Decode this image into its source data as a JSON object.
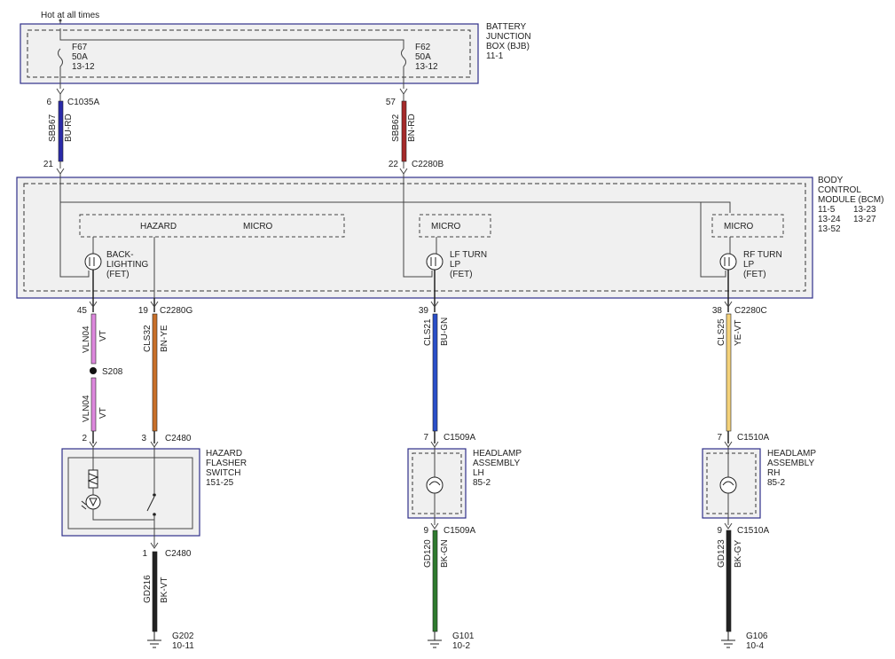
{
  "top_note": "Hot at all times",
  "bjb": {
    "label": [
      "BATTERY",
      "JUNCTION",
      "BOX (BJB)",
      "11-1"
    ]
  },
  "fuses": [
    {
      "lines": [
        "F67",
        "50A",
        "13-12"
      ]
    },
    {
      "lines": [
        "F62",
        "50A",
        "13-12"
      ]
    }
  ],
  "bjb_wires": [
    {
      "pin_top": "6",
      "connector_top": "C1035A",
      "circuit": "SBB67",
      "color_name": "BU-RD",
      "color": "#2a2aa8",
      "pin_bottom": "21"
    },
    {
      "pin_top": "57",
      "circuit": "SBB62",
      "color_name": "BN-RD",
      "color": "#a52a2a",
      "pin_bottom": "22",
      "connector_bottom": "C2280B"
    }
  ],
  "bcm": {
    "label": [
      "BODY",
      "CONTROL",
      "MODULE (BCM)"
    ],
    "refs": [
      "11-5",
      "13-23",
      "13-24",
      "13-27",
      "13-52"
    ],
    "hazard_box": [
      "HAZARD",
      "MICRO"
    ],
    "micro_label": "MICRO",
    "fets": [
      {
        "lines": [
          "BACK-",
          "LIGHTING",
          "(FET)"
        ]
      },
      {
        "lines": [
          "LF TURN",
          "LP",
          "(FET)"
        ]
      },
      {
        "lines": [
          "RF TURN",
          "LP",
          "(FET)"
        ]
      }
    ]
  },
  "bcm_outputs": [
    {
      "pin": "45",
      "circuit": "VLN04",
      "color_name": "VT",
      "color": "#dd88dd"
    },
    {
      "pin": "19",
      "connector": "C2280G",
      "circuit": "CLS32",
      "color_name": "BN-YE",
      "color": "#c8702a"
    },
    {
      "pin": "39",
      "circuit": "CLS21",
      "color_name": "BU-GN",
      "color": "#2a4fc8"
    },
    {
      "pin": "38",
      "connector": "C2280C",
      "circuit": "CLS25",
      "color_name": "YE-VT",
      "color": "#f4d27a"
    }
  ],
  "splice": {
    "name": "S208",
    "circuit": "VLN04",
    "color_name": "VT"
  },
  "hazard_switch": {
    "pin_left": "2",
    "pin_right": "3",
    "connector": "C2480",
    "label": [
      "HAZARD",
      "FLASHER",
      "SWITCH",
      "151-25"
    ],
    "pin_out": "1",
    "connector_out": "C2480"
  },
  "headlamps": [
    {
      "pin_in": "7",
      "connector_in": "C1509A",
      "label": [
        "HEADLAMP",
        "ASSEMBLY",
        "LH",
        "85-2"
      ],
      "pin_out": "9",
      "connector_out": "C1509A"
    },
    {
      "pin_in": "7",
      "connector_in": "C1510A",
      "label": [
        "HEADLAMP",
        "ASSEMBLY",
        "RH",
        "85-2"
      ],
      "pin_out": "9",
      "connector_out": "C1510A"
    }
  ],
  "grounds": [
    {
      "circuit": "GD216",
      "color_name": "BK-VT",
      "color": "#222222",
      "name": "G202",
      "ref": "10-11"
    },
    {
      "circuit": "GD120",
      "color_name": "BK-GN",
      "color": "#2f7a2f",
      "name": "G101",
      "ref": "10-2"
    },
    {
      "circuit": "GD123",
      "color_name": "BK-GY",
      "color": "#222222",
      "name": "G106",
      "ref": "10-4"
    }
  ],
  "colors": {
    "frame": "#30308a",
    "panel": "#f0f0f0",
    "line": "#444444"
  }
}
